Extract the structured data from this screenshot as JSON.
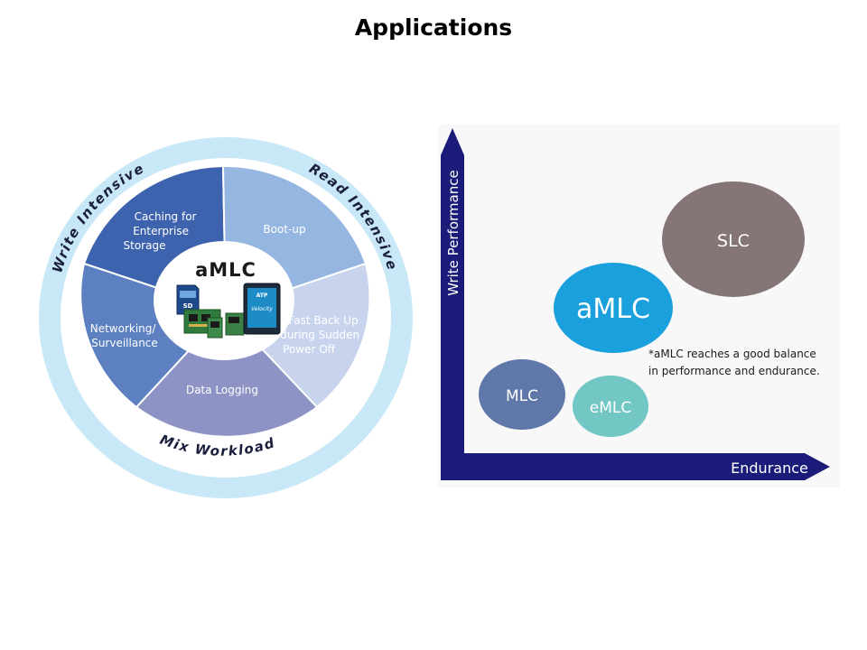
{
  "page": {
    "title": "Applications"
  },
  "wheel": {
    "center_label": "aMLC",
    "ring_labels": {
      "write_intensive": "Write Intensive",
      "read_intensive": "Read Intensive",
      "mix_workload": "Mix Workload"
    },
    "segments": {
      "caching": [
        "Caching for",
        "Enterprise",
        "Storage"
      ],
      "bootup": [
        "Boot-up"
      ],
      "fastbackup": [
        "Fast Back Up",
        "during Sudden",
        "Power Off"
      ],
      "datalogging": [
        "Data Logging"
      ],
      "networking": [
        "Networking/",
        "Surveillance"
      ]
    },
    "product_labels": {
      "sd_card": "SD",
      "ssd_brand": "ATP",
      "ssd_name": "Velocity"
    },
    "colors": {
      "ring": "#c9e8f7",
      "caching": "#3e63ae",
      "bootup": "#95b6e1",
      "fastbackup": "#c8d4ee",
      "datalogging": "#8e93c6",
      "networking": "#5d80c0"
    }
  },
  "matrix": {
    "y_axis_label": "Write Performance",
    "x_axis_label": "Endurance",
    "bubbles": {
      "slc": "SLC",
      "amlc": "aMLC",
      "mlc": "MLC",
      "emlc": "eMLC"
    },
    "note": [
      "*aMLC reaches a good balance",
      "in performance and endurance."
    ],
    "colors": {
      "axis": "#1b1b7a",
      "slc": "#857577",
      "amlc": "#1aa0dc",
      "mlc": "#5f77a9",
      "emlc": "#72c7c4"
    }
  }
}
